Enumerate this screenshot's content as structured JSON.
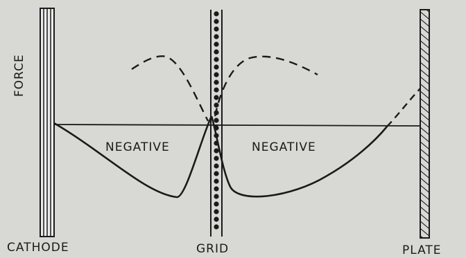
{
  "labels": {
    "force": "FORCE",
    "cathode": "CATHODE",
    "grid": "GRID",
    "plate": "PLATE",
    "negative_left": "NEGATIVE",
    "negative_right": "NEGATIVE"
  },
  "colors": {
    "background": "#d8d8d5",
    "ink": "#1a1a1a"
  }
}
